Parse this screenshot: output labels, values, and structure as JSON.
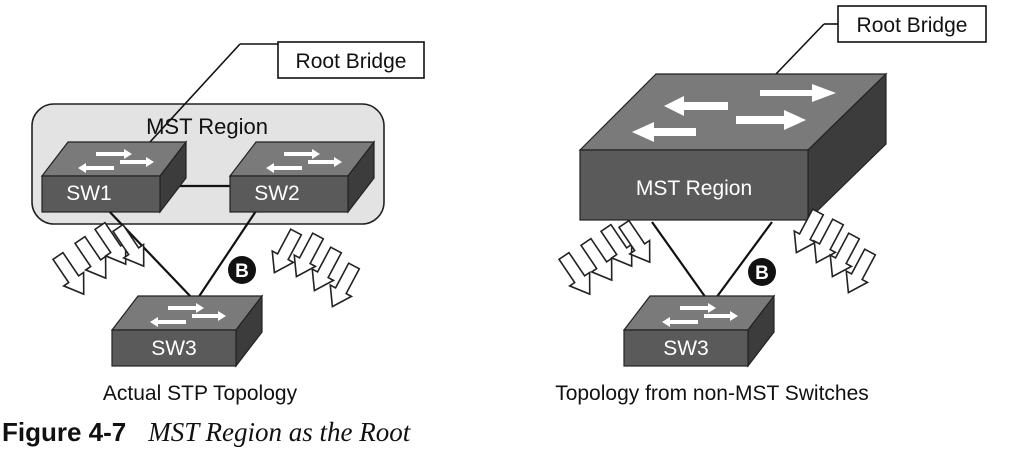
{
  "left_panel": {
    "root_label": "Root Bridge",
    "region_label": "MST Region",
    "switches": [
      "SW1",
      "SW2",
      "SW3"
    ],
    "blocked_badge": "B",
    "subtitle": "Actual STP Topology"
  },
  "right_panel": {
    "root_label": "Root Bridge",
    "region_label": "MST Region",
    "switch": "SW3",
    "blocked_badge": "B",
    "subtitle": "Topology from non-MST Switches"
  },
  "caption": {
    "number": "Figure 4-7",
    "title": "MST Region as the Root"
  },
  "colors": {
    "switch_top": "#7a7a7a",
    "switch_front": "#5a5a5a",
    "switch_side": "#3c3c3c",
    "region_fill": "#e3e3e3",
    "line": "#111111"
  }
}
